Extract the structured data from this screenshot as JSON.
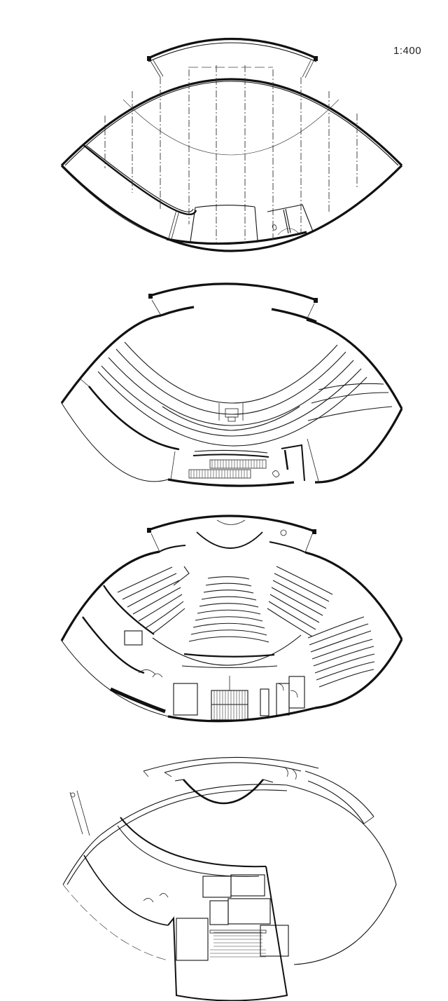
{
  "drawing": {
    "type": "architectural floor plans",
    "scale": "1:400",
    "plan_count": 4,
    "background": "#ffffff",
    "line_color": "#111111"
  },
  "plans": [
    {
      "id": "plan-1",
      "position": "top",
      "description": "Roof / upper level plan with structural beams",
      "labels": [
        "",
        "",
        ""
      ]
    },
    {
      "id": "plan-2",
      "position": "second",
      "description": "Gallery / balcony level with curved seating rows",
      "labels": [
        "",
        "",
        "",
        ""
      ]
    },
    {
      "id": "plan-3",
      "position": "third",
      "description": "Main auditorium level with fan-shaped seating",
      "labels": [
        "",
        "",
        "",
        "",
        ""
      ]
    },
    {
      "id": "plan-4",
      "position": "bottom",
      "description": "Ground / lower level with service rooms",
      "labels": [
        "",
        "",
        "",
        ""
      ]
    }
  ]
}
